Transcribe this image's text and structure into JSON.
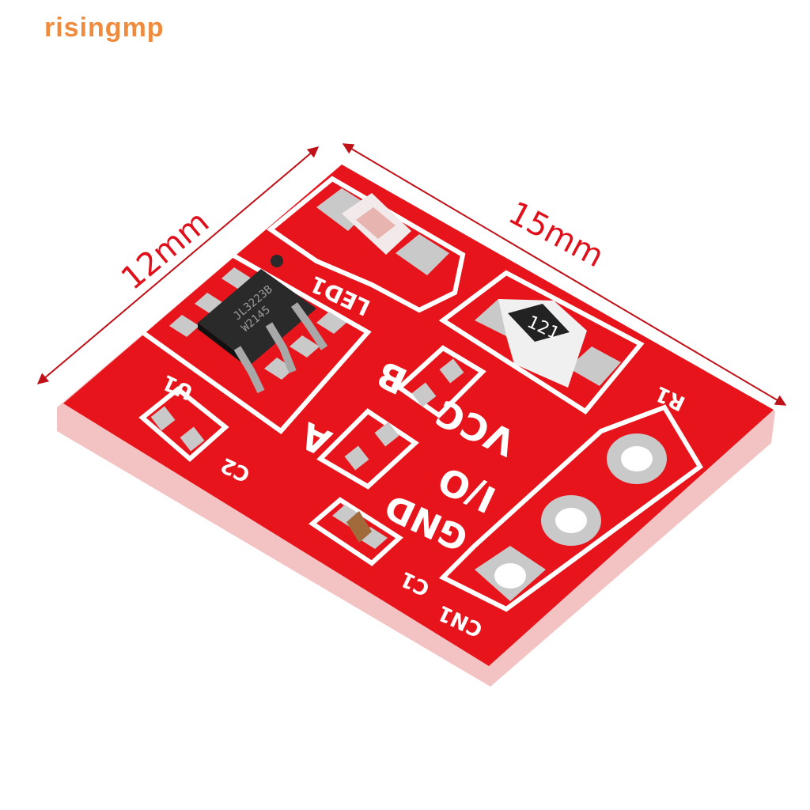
{
  "watermark": "risingmp",
  "dimensions": {
    "height_label": "12mm",
    "width_label": "15mm"
  },
  "chip": {
    "line1": "JL3223B",
    "line2": "W2145"
  },
  "resistor_code": "121",
  "silkscreen": {
    "led": "LED1",
    "u1": "U1",
    "c2": "C2",
    "c1": "C1",
    "r1": "R1",
    "cn1": "CN1",
    "a": "A",
    "b": "B",
    "vcc": "VCC",
    "io": "I/O",
    "gnd": "GND"
  },
  "colors": {
    "pcb": "#e8141c",
    "watermark": "#f08a3c",
    "silk": "#ffffff",
    "pad": "#c9c9c9"
  }
}
